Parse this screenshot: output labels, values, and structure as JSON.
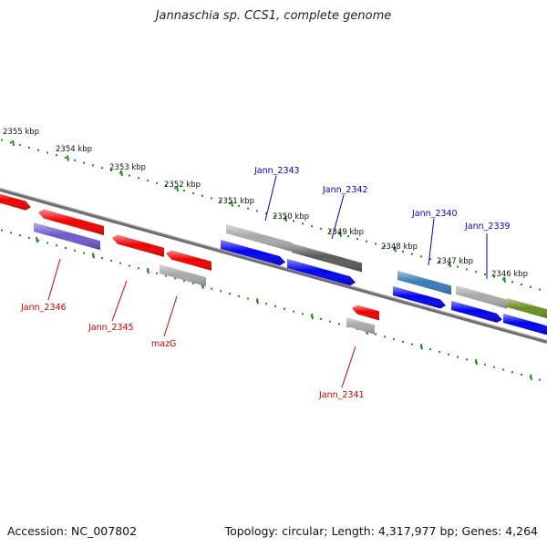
{
  "title": "Jannaschia sp. CCS1, complete genome",
  "footer": {
    "accession": "Accession: NC_007802",
    "topology": "Topology: circular; Length: 4,317,977 bp; Genes: 4,264"
  },
  "colors": {
    "backbone": "#808080",
    "tick": "#1e8c1e",
    "label_forward": "#0000cc",
    "label_reverse": "#cc0000",
    "gene_blue": "#0000ee",
    "gene_red": "#ee0000",
    "gene_gray": "#a8a8a8",
    "gene_darkgray": "#5a5a5a",
    "gene_steel": "#3a7ab8",
    "gene_olive": "#6b8e23",
    "gene_purple": "#6a5acd"
  },
  "kbp_labels": [
    "2355 kbp",
    "2354 kbp",
    "2353 kbp",
    "2352 kbp",
    "2351 kbp",
    "2350 kbp",
    "2349 kbp",
    "2348 kbp",
    "2347 kbp",
    "2346 kbp"
  ],
  "gene_labels": {
    "forward": [
      "Jann_2343",
      "Jann_2342",
      "Jann_2340",
      "Jann_2339"
    ],
    "reverse": [
      "Jann_2346",
      "Jann_2345",
      "mazG",
      "Jann_2341"
    ]
  }
}
